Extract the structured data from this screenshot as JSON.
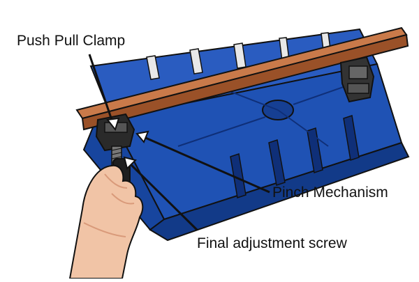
{
  "labels": {
    "push_pull_clamp": "Push Pull Clamp",
    "pinch_mechanism": "Pinch Mechanism",
    "final_adjustment_screw": "Final adjustment screw"
  },
  "colors": {
    "box_blue": "#1f52b4",
    "box_dark": "#0f2f78",
    "box_light": "#3a6fd0",
    "wood": "#b86a3c",
    "wood_dark": "#7a3f1f",
    "clamp_black": "#2a2a2a",
    "skin": "#f1c4a6",
    "skin_shadow": "#d99a7a",
    "outline": "#111111"
  }
}
